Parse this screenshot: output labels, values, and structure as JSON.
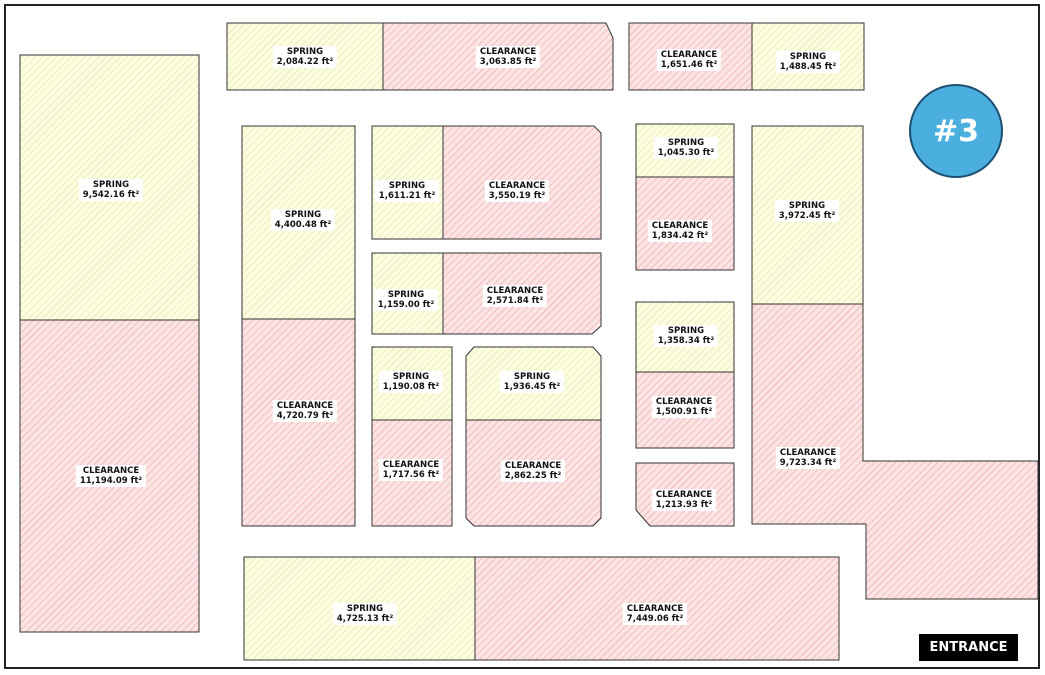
{
  "colors": {
    "spring_fill": "#fdfde0",
    "spring_hatch": "#d9dca0",
    "clearance_fill": "#fde4e4",
    "clearance_hatch": "#e89a9a",
    "outline": "#333333",
    "badge": "#4aaedf"
  },
  "badge": "#3",
  "entrance": "ENTRANCE",
  "zones": [
    {
      "type": "SPRING",
      "area": "2,084.22 ft²"
    },
    {
      "type": "CLEARANCE",
      "area": "3,063.85 ft²"
    },
    {
      "type": "CLEARANCE",
      "area": "1,651.46 ft²"
    },
    {
      "type": "SPRING",
      "area": "1,488.45 ft²"
    },
    {
      "type": "SPRING",
      "area": "9,542.16 ft²"
    },
    {
      "type": "CLEARANCE",
      "area": "11,194.09 ft²"
    },
    {
      "type": "SPRING",
      "area": "4,400.48 ft²"
    },
    {
      "type": "CLEARANCE",
      "area": "4,720.79 ft²"
    },
    {
      "type": "SPRING",
      "area": "1,611.21 ft²"
    },
    {
      "type": "CLEARANCE",
      "area": "3,550.19 ft²"
    },
    {
      "type": "SPRING",
      "area": "1,159.00 ft²"
    },
    {
      "type": "CLEARANCE",
      "area": "2,571.84 ft²"
    },
    {
      "type": "SPRING",
      "area": "1,190.08 ft²"
    },
    {
      "type": "CLEARANCE",
      "area": "1,717.56 ft²"
    },
    {
      "type": "SPRING",
      "area": "1,936.45 ft²"
    },
    {
      "type": "CLEARANCE",
      "area": "2,862.25 ft²"
    },
    {
      "type": "SPRING",
      "area": "1,045.30 ft²"
    },
    {
      "type": "CLEARANCE",
      "area": "1,834.42 ft²"
    },
    {
      "type": "SPRING",
      "area": "1,358.34 ft²"
    },
    {
      "type": "CLEARANCE",
      "area": "1,500.91 ft²"
    },
    {
      "type": "CLEARANCE",
      "area": "1,213.93 ft²"
    },
    {
      "type": "SPRING",
      "area": "3,972.45 ft²"
    },
    {
      "type": "CLEARANCE",
      "area": "9,723.34 ft²"
    },
    {
      "type": "SPRING",
      "area": "4,725.13 ft²"
    },
    {
      "type": "CLEARANCE",
      "area": "7,449.06 ft²"
    }
  ]
}
